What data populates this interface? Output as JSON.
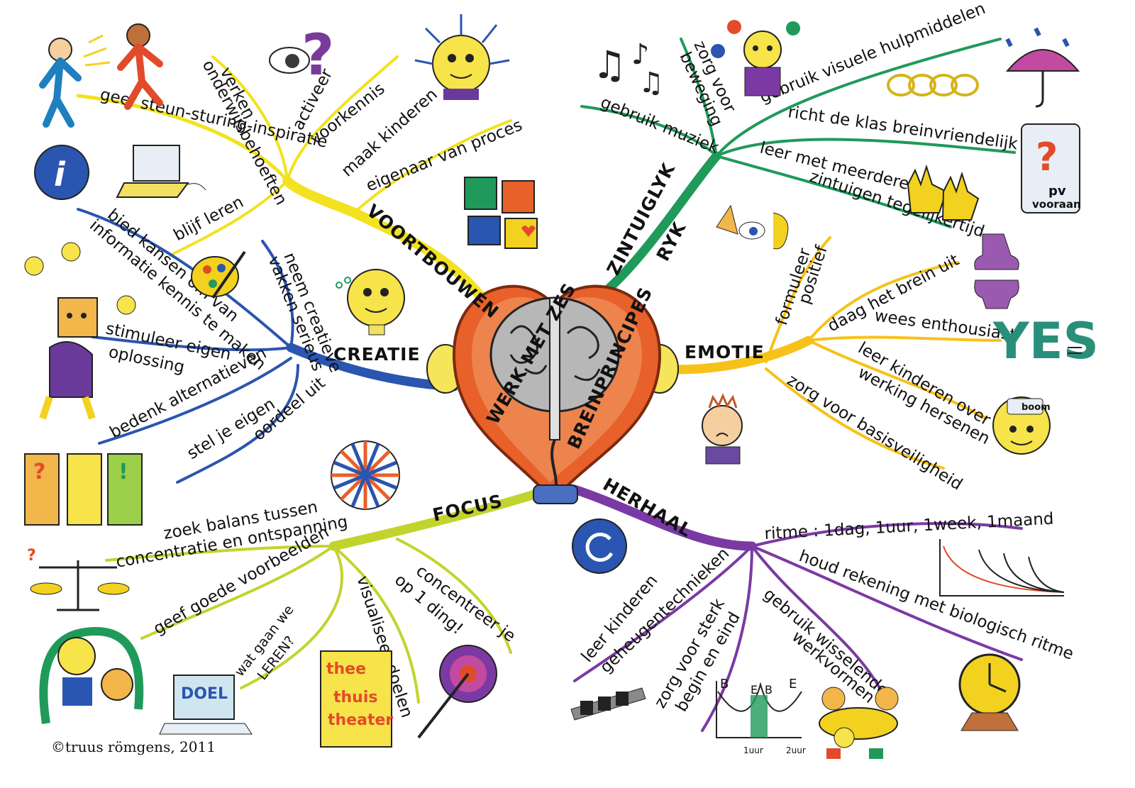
{
  "center": {
    "line1": "WERK MET ZES",
    "line2": "BREINPRINCIPES"
  },
  "branches": {
    "voortbouwen": {
      "title": "VOORTBOUWEN",
      "color": "#f2e21f",
      "items": [
        "geef steun-sturing-inspiratie",
        "verken",
        "onderwijsbehoeften",
        "activeer",
        "voorkennis",
        "maak kinderen",
        "eigenaar van proces",
        "blijf leren"
      ]
    },
    "creatie": {
      "title": "CREATIE",
      "color": "#2a55b0",
      "items": [
        "bied kansen om van",
        "informatie kennis te maken",
        "neem creatieve",
        "vakken serieus",
        "stimuleer eigen",
        "oplossing",
        "bedenk alternatieven",
        "stel je eigen",
        "oordeel uit"
      ]
    },
    "zintuiglijk": {
      "title_line1": "ZINTUIGLYK",
      "title_line2": "RYK",
      "color": "#1f9a5a",
      "items": [
        "gebruik muziek",
        "zorg voor",
        "beweging",
        "gebruik visuele hulpmiddelen",
        "richt de klas breinvriendelijk in",
        "leer met meerdere",
        "zintuigen tegelijkertijd"
      ]
    },
    "emotie": {
      "title": "EMOTIE",
      "color": "#f6c21a",
      "items": [
        "formuleer",
        "positief",
        "daag het brein uit",
        "wees enthousiast",
        "leer kinderen over",
        "werking hersenen",
        "zorg voor basisveiligheid"
      ]
    },
    "focus": {
      "title": "FOCUS",
      "color": "#c3d32e",
      "items": [
        "zoek balans tussen",
        "concentratie en ontspanning",
        "geef goede voorbeelden",
        "visualiseer doelen",
        "concentreer je",
        "op 1 ding!"
      ]
    },
    "herhaal": {
      "title": "HERHAAL",
      "color": "#7b3aa3",
      "items": [
        "ritme : 1dag, 1uur, 1week, 1maand",
        "houd rekening met biologisch ritme",
        "leer kinderen",
        "geheugentechnieken",
        "gebruik wisselende",
        "werkvormen",
        "zorg voor sterk",
        "begin en eind"
      ]
    }
  },
  "illustration_text": {
    "pv": "pv",
    "vooraan": "vooraan",
    "yes": "YES",
    "boom": "boom",
    "doel": "DOEL",
    "wat_gaan": "wat gaan we",
    "leren": "LEREN?",
    "theater_1": "thee",
    "theater_2": "thuis",
    "theater_3": "theater",
    "b1": "B",
    "e1": "E",
    "b2": "B",
    "e2": "E",
    "uur1": "1uur",
    "uur2": "2uur",
    "info": "i"
  },
  "credit": "©truus römgens, 2011"
}
